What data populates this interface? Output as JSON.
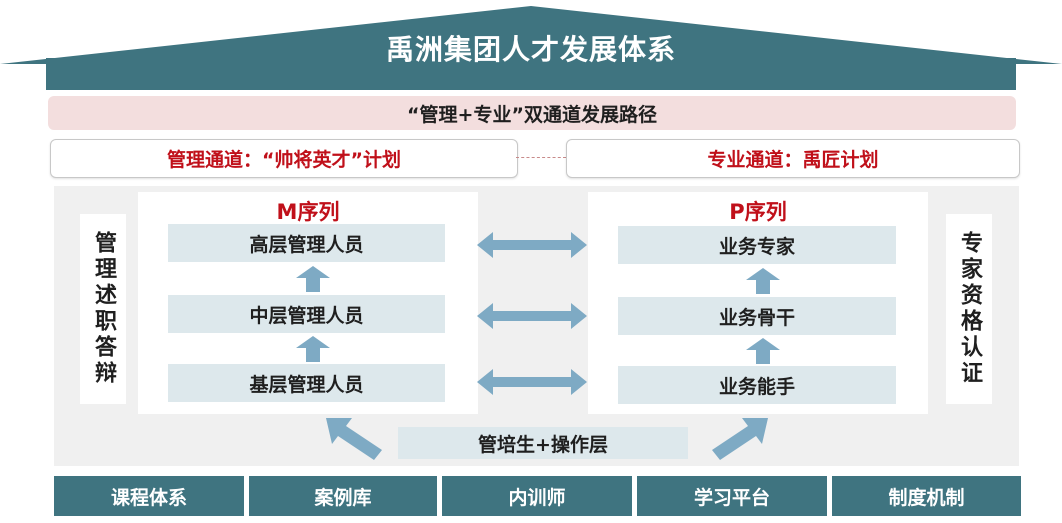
{
  "title": "禹洲集团人才发展体系",
  "dual_channel": "“管理+专业”双通道发展路径",
  "channels": {
    "management": "管理通道：“帅将英才”计划",
    "professional": "专业通道：禹匠计划"
  },
  "side_labels": {
    "left": "管理述职答辩",
    "right": "专家资格认证"
  },
  "m_sequence": {
    "title": "M序列",
    "levels": [
      "高层管理人员",
      "中层管理人员",
      "基层管理人员"
    ]
  },
  "p_sequence": {
    "title": "P序列",
    "levels": [
      "业务专家",
      "业务骨干",
      "业务能手"
    ]
  },
  "trainee": "管培生+操作层",
  "foundations": [
    "课程体系",
    "案例库",
    "内训师",
    "学习平台",
    "制度机制"
  ],
  "colors": {
    "teal": "#3f7480",
    "arrow_blue": "#7eaac4",
    "red": "#c0101a",
    "pink_band": "#f3dede",
    "level_fill": "#dde8ec"
  }
}
